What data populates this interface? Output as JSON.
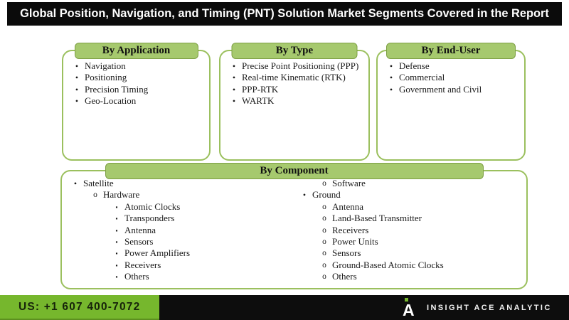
{
  "title": "Global Position, Navigation, and Timing (PNT) Solution Market Segments Covered in the Report",
  "palette": {
    "title_bar_black": "#0b0b0b",
    "segment_header_green": "#a6c96e",
    "segment_header_border_green": "#7d9f44",
    "box_border_green": "#9bc05e",
    "footer_green": "#76b72d",
    "footer_black": "#0d0d0d"
  },
  "bullets": {
    "1": "•",
    "2": "o",
    "3": "▪"
  },
  "segment_boxes": [
    {
      "header": "By Application",
      "items": [
        {
          "level": 1,
          "text": "Navigation"
        },
        {
          "level": 1,
          "text": "Positioning"
        },
        {
          "level": 1,
          "text": "Precision Timing"
        },
        {
          "level": 1,
          "text": "Geo-Location"
        }
      ]
    },
    {
      "header": "By Type",
      "items": [
        {
          "level": 1,
          "text": "Precise Point Positioning (PPP)"
        },
        {
          "level": 1,
          "text": "Real-time Kinematic (RTK)"
        },
        {
          "level": 1,
          "text": "PPP-RTK"
        },
        {
          "level": 1,
          "text": "WARTK"
        }
      ]
    },
    {
      "header": "By End-User",
      "items": [
        {
          "level": 1,
          "text": "Defense"
        },
        {
          "level": 1,
          "text": "Commercial"
        },
        {
          "level": 1,
          "text": "Government and Civil"
        }
      ]
    }
  ],
  "component_box": {
    "header": "By Component",
    "left_column": [
      {
        "level": 1,
        "text": "Satellite"
      },
      {
        "level": 2,
        "text": "Hardware"
      },
      {
        "level": 3,
        "text": "Atomic Clocks"
      },
      {
        "level": 3,
        "text": "Transponders"
      },
      {
        "level": 3,
        "text": "Antenna"
      },
      {
        "level": 3,
        "text": "Sensors"
      },
      {
        "level": 3,
        "text": "Power Amplifiers"
      },
      {
        "level": 3,
        "text": "Receivers"
      },
      {
        "level": 3,
        "text": "Others"
      }
    ],
    "right_column": [
      {
        "level": 2,
        "text": "Software"
      },
      {
        "level": 1,
        "text": "Ground"
      },
      {
        "level": 2,
        "text": "Antenna"
      },
      {
        "level": 2,
        "text": "Land-Based Transmitter"
      },
      {
        "level": 2,
        "text": "Receivers"
      },
      {
        "level": 2,
        "text": "Power Units"
      },
      {
        "level": 2,
        "text": "Sensors"
      },
      {
        "level": 2,
        "text": "Ground-Based Atomic Clocks"
      },
      {
        "level": 2,
        "text": "Others"
      }
    ]
  },
  "footer": {
    "phone": "US: +1 607 400-7072",
    "brand": "INSIGHT ACE ANALYTIC"
  }
}
